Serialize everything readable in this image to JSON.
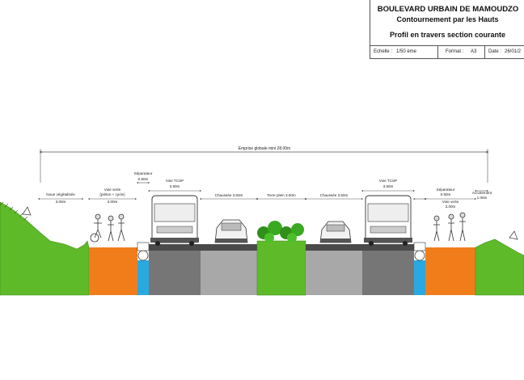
{
  "title_block": {
    "line1": "BOULEVARD URBAIN DE MAMOUDZO",
    "line2": "Contournement par les Hauts",
    "line3": "Profil en travers section courante",
    "scale_label": "Echelle :",
    "scale_value": "1/50 ème",
    "format_label": "Format :",
    "format_value": "A3",
    "date_label": "Date :",
    "date_value": "26/01/2"
  },
  "dimensions": {
    "overall": "Emprise globale mini 28.00m",
    "noue_left_title": "Noue végétalisée",
    "noue_left_value": "3.00m",
    "voie_verte_left_title": "Voie verte",
    "voie_verte_left_sub": "(piéton + cycle)",
    "voie_verte_left_value": "3.00m",
    "separateur_left_title": "Séparateur",
    "separateur_left_value": "0.50m",
    "tcsp_left_title": "Voie TCSP",
    "tcsp_left_value": "3.50m",
    "chaussee_left": "Chaussée 3.50m",
    "terre_plein": "Terre plein 3.00m",
    "chaussee_right": "Chaussée 3.50m",
    "tcsp_right_title": "Voie TCSP",
    "tcsp_right_value": "3.50m",
    "separateur_right_title": "Séparateur",
    "separateur_right_value": "0.50m",
    "voie_verte_right_title": "Voie verte",
    "voie_verte_right_value": "3.00m",
    "accotement_title": "Accotement",
    "accotement_value": "1.00m"
  },
  "colors": {
    "grass": "#5fba2a",
    "grass_dark": "#3f8f1c",
    "orange": "#f07d1a",
    "blue_drain": "#2aa9e0",
    "asphalt_dark": "#767676",
    "asphalt_light": "#a8a8a8",
    "road_surface": "#4a4a4a",
    "dimension_line": "#555555"
  }
}
